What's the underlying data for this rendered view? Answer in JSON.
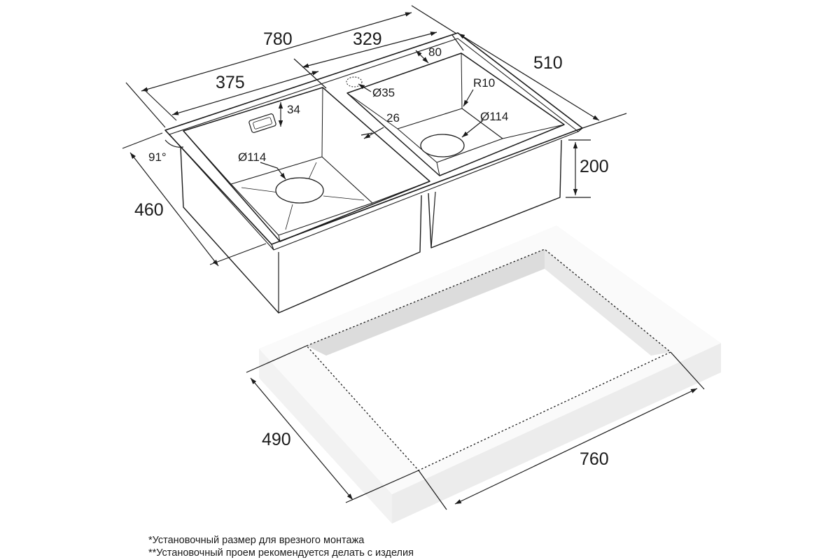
{
  "dimensions": {
    "total_length": "780",
    "right_bowl_length": "329",
    "left_bowl_length": "375",
    "total_depth": "510",
    "left_depth": "460",
    "bowl_height": "200",
    "faucet_offset": "80",
    "faucet_hole": "Ø35",
    "corner_radius": "R10",
    "right_drain": "Ø114",
    "left_drain": "Ø114",
    "overflow_offset": "34",
    "bowl_gap": "26",
    "edge_angle": "91°",
    "cutout_depth": "490",
    "cutout_length": "760"
  },
  "notes": {
    "mounting_size": "*Установочный размер для врезного монтажа",
    "cutout_advice": "**Установочный проем рекомендуется делать с изделия"
  },
  "colors": {
    "line": "#1a1a1a",
    "counter_top": "#fafafa",
    "counter_side": "#ececec",
    "counter_front": "#f2f2f2",
    "counter_inner": "#dcdcdc"
  }
}
